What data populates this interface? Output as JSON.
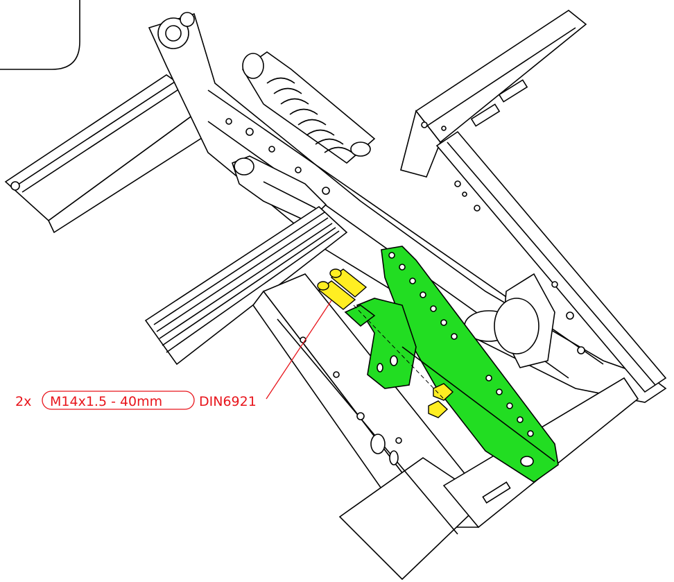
{
  "callout": {
    "quantity": "2x",
    "bolt_spec": "M14x1.5 - 40mm",
    "standard": "DIN6921"
  },
  "colors": {
    "line": "#000000",
    "highlight_bracket": "#22dd22",
    "highlight_bolts": "#ffee22",
    "callout": "#e8141b",
    "paper": "#ffffff"
  },
  "icons": {
    "corner_tab": "rounded-corner-border"
  }
}
